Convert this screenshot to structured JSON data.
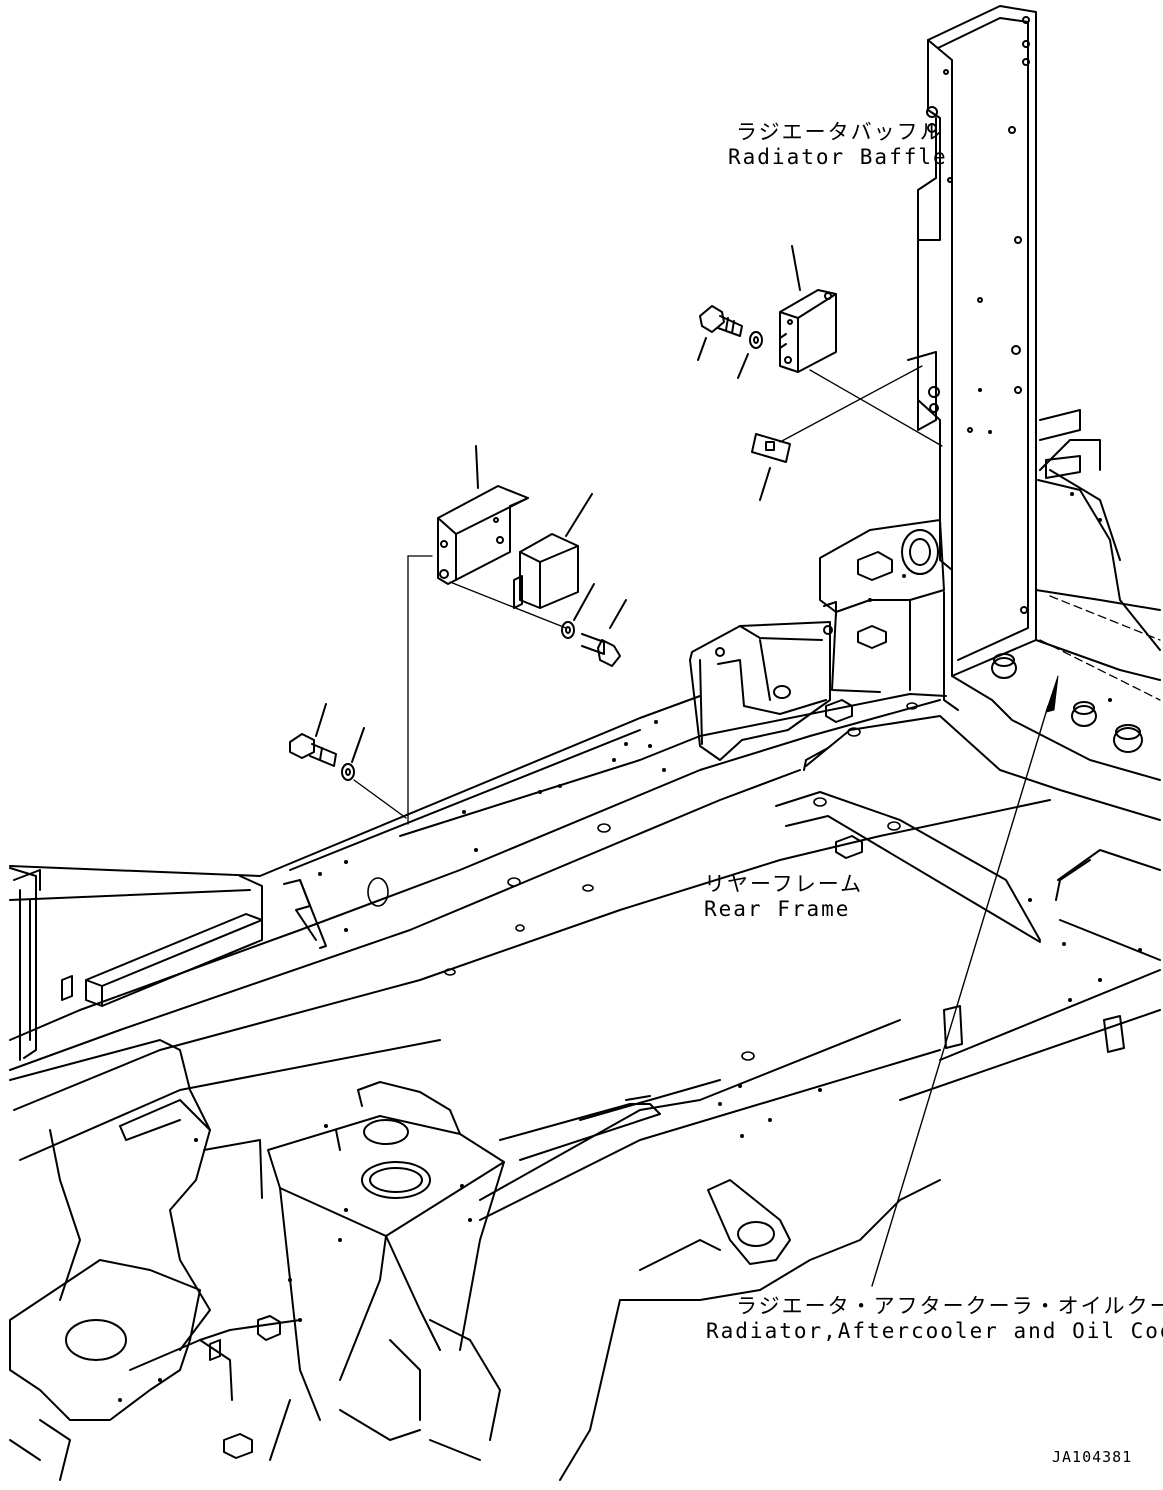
{
  "labels": {
    "radiator_baffle": {
      "jp": "ラジエータバッフル",
      "en": "Radiator Baffle"
    },
    "rear_frame": {
      "jp": "リヤーフレーム",
      "en": "Rear Frame"
    },
    "radiator_cooler": {
      "jp": "ラジエータ・アフタークーラ・オイルクーラ",
      "en": "Radiator,Aftercooler and Oil Cooler"
    }
  },
  "drawing_code": "JA104381",
  "colors": {
    "line": "#000000",
    "background": "#ffffff"
  }
}
